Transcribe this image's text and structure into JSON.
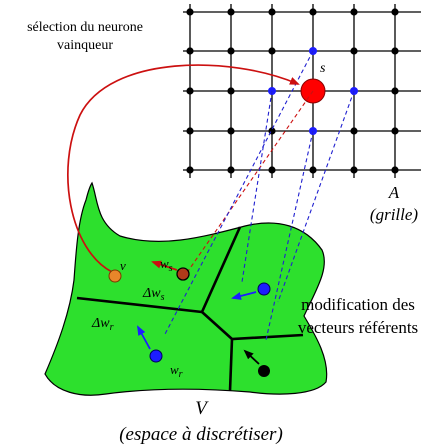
{
  "labels": {
    "selection_line1": "sélection du neurone",
    "selection_line2": "vainqueur",
    "winner_node": "s",
    "grid_letter": "A",
    "grid_caption": "(grille)",
    "modification_line1": "modification des",
    "modification_line2": "vecteurs référents",
    "space_letter": "V",
    "space_caption": "(espace à discrétiser)",
    "input_vector": "v",
    "winner_weight": "w",
    "winner_weight_sub": "s",
    "winner_delta": "Δw",
    "winner_delta_sub": "s",
    "neighbor_weight": "w",
    "neighbor_weight_sub": "r",
    "neighbor_delta": "Δw",
    "neighbor_delta_sub": "r"
  },
  "colors": {
    "space_fill": "#2de02d",
    "winner_node": "#ff0000",
    "neighbor_node": "#1c1cff",
    "grid_node": "#000000",
    "input_point": "#e8862a",
    "winner_point": "#b03a1a",
    "selection_arrow": "#cc1010",
    "projection_blue": "#2020d0",
    "projection_red": "#cc1010"
  },
  "icons": {
    "grid_nodes": "circle-dot",
    "arrows": "arrow-head"
  }
}
